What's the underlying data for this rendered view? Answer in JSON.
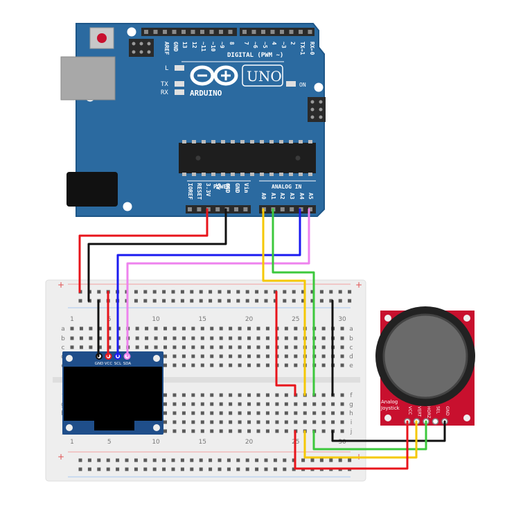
{
  "arduino": {
    "brand": "ARDUINO",
    "model": "UNO",
    "digital_header": "DIGITAL (PWM ~)",
    "digital_pins": [
      "AREF",
      "GND",
      "13",
      "12",
      "~11",
      "~10",
      "~9",
      "8",
      "7",
      "~6",
      "~5",
      "4",
      "~3",
      "2",
      "TX→1",
      "RX←0"
    ],
    "led_l": "L",
    "led_tx": "TX",
    "led_rx": "RX",
    "led_on": "ON",
    "power_header": "POWER",
    "analog_header": "ANALOG IN",
    "power_pins": [
      "IOREF",
      "RESET",
      "3.3V",
      "5V",
      "GND",
      "GND",
      "Vin"
    ],
    "analog_pins": [
      "A0",
      "A1",
      "A2",
      "A3",
      "A4",
      "A5"
    ],
    "colors": {
      "board": "#2b6aa0",
      "board_edge": "#1d5688",
      "header": "#2a2a2a",
      "chip": "#1e1e1e"
    }
  },
  "breadboard": {
    "column_numbers_top": [
      "1",
      "5",
      "10",
      "15",
      "20",
      "25",
      "30"
    ],
    "column_numbers_bottom": [
      "1",
      "5",
      "10",
      "15",
      "20",
      "25",
      "30"
    ],
    "row_letters_top": [
      "a",
      "b",
      "c",
      "d",
      "e"
    ],
    "row_letters_bottom": [
      "f",
      "g",
      "h",
      "i",
      "j"
    ],
    "plus_sign": "+",
    "minus_sign": "−"
  },
  "oled": {
    "pin_labels": [
      "GND",
      "VCC",
      "SCL",
      "SDA"
    ],
    "colors": {
      "pcb": "#1f4e8a",
      "screen": "#000000"
    }
  },
  "joystick": {
    "label_line1": "Analog",
    "label_line2": "Joystick",
    "pin_labels": [
      "VCC",
      "VERT",
      "HORZ",
      "SEL",
      "GND"
    ],
    "colors": {
      "pcb": "#c8102e"
    }
  },
  "wire_colors": {
    "red": "#e8141b",
    "black": "#111111",
    "blue": "#1a1af0",
    "pink": "#ee82ee",
    "yellow": "#f5c800",
    "green": "#3cc83c"
  }
}
